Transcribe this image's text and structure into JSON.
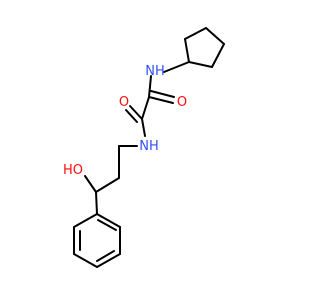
{
  "atoms": {
    "nh_upper": "NH",
    "o_left": "O",
    "o_right": "O",
    "nh_lower": "NH",
    "ho": "HO"
  },
  "colors": {
    "bond": "#000000",
    "nitrogen": "#3050F8",
    "oxygen": "#FF0D0D"
  }
}
